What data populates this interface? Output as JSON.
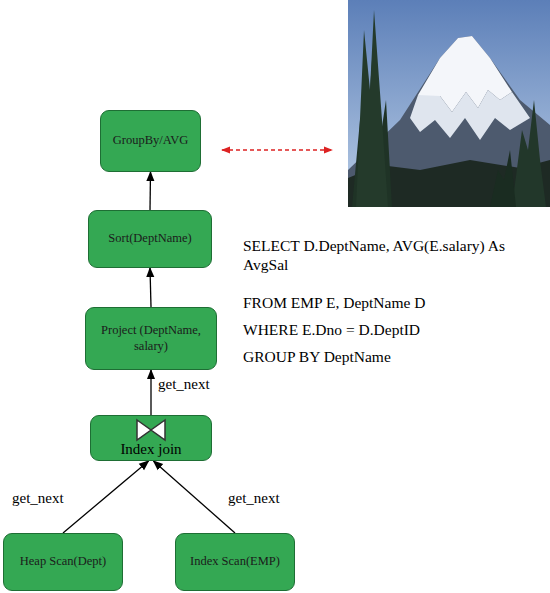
{
  "diagram": {
    "nodes": [
      {
        "text": [
          "GroupBy/AVG"
        ]
      },
      {
        "text": [
          "Sort(DeptName)"
        ]
      },
      {
        "text": [
          "Project (DeptName, salary)"
        ]
      },
      {
        "text": [
          "Index join"
        ]
      },
      {
        "text": [
          "Heap Scan(Dept)"
        ]
      },
      {
        "text": [
          "Index Scan(EMP)"
        ]
      }
    ],
    "edges": [
      {
        "from": 4,
        "to": 3,
        "label": "get_next",
        "arrow": "to"
      },
      {
        "from": 5,
        "to": 3,
        "label": "get_next",
        "arrow": "to"
      },
      {
        "from": 3,
        "to": 2,
        "label": "get_next",
        "arrow": "to"
      },
      {
        "from": 2,
        "to": 1,
        "arrow": "to"
      },
      {
        "from": 1,
        "to": 0,
        "arrow": "to"
      }
    ],
    "labels": [
      "SELECT D.DeptName, AVG(E.salary) As AvgSal",
      "FROM EMP E, DeptName D",
      "WHERE E.Dno = D.DeptID",
      "GROUP BY DeptName"
    ]
  }
}
